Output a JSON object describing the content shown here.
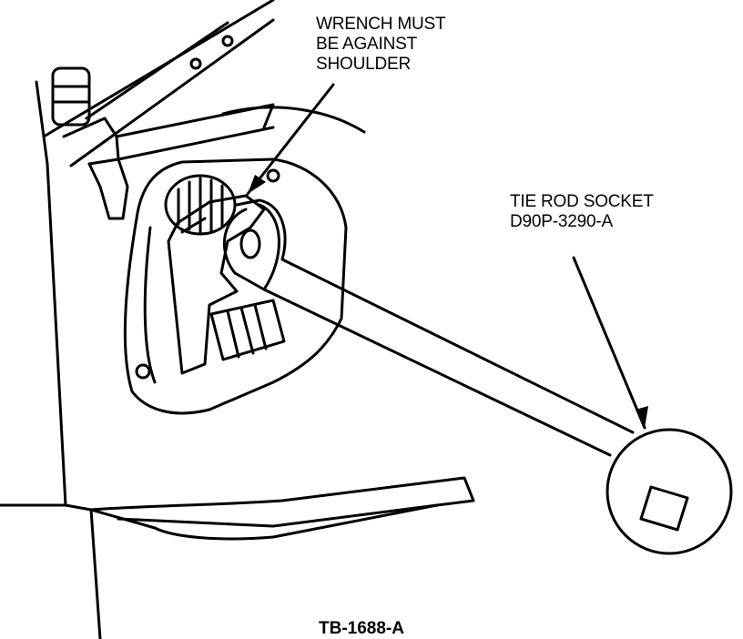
{
  "callouts": {
    "wrench": {
      "lines": [
        "WRENCH MUST",
        "BE AGAINST",
        "SHOULDER"
      ]
    },
    "socket": {
      "lines": [
        "TIE ROD SOCKET",
        "D90P-3290-A"
      ]
    }
  },
  "figure_id": "TB-1688-A"
}
